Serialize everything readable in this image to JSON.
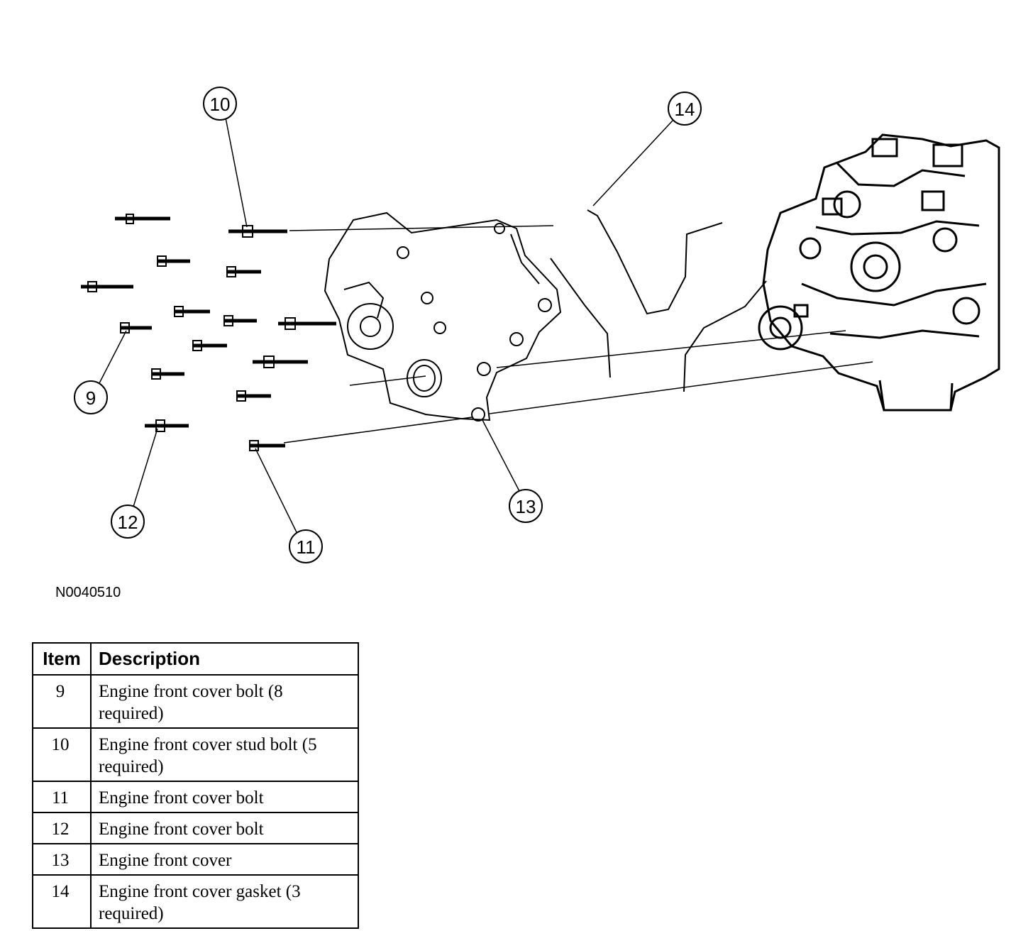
{
  "figure_id": "N0040510",
  "callouts": [
    {
      "label": "9"
    },
    {
      "label": "10"
    },
    {
      "label": "11"
    },
    {
      "label": "12"
    },
    {
      "label": "13"
    },
    {
      "label": "14"
    }
  ],
  "table": {
    "headers": {
      "item": "Item",
      "description": "Description"
    },
    "rows": [
      {
        "item": "9",
        "description": "Engine front cover bolt (8 required)"
      },
      {
        "item": "10",
        "description": "Engine front cover stud bolt (5 required)"
      },
      {
        "item": "11",
        "description": "Engine front cover bolt"
      },
      {
        "item": "12",
        "description": "Engine front cover bolt"
      },
      {
        "item": "13",
        "description": "Engine front cover"
      },
      {
        "item": "14",
        "description": "Engine front cover gasket (3 required)"
      }
    ]
  }
}
